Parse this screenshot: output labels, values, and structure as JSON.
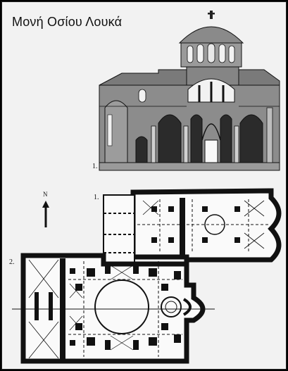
{
  "title": "Μονή Οσίου Λουκά",
  "labels": {
    "section_number": "1.",
    "plan1_number": "1.",
    "plan2_number": "2.",
    "north": "N"
  },
  "colors": {
    "background": "#f2f2f2",
    "ink": "#111111",
    "wall_fill": "#8c8c8c",
    "dark_fill": "#2b2b2b"
  }
}
